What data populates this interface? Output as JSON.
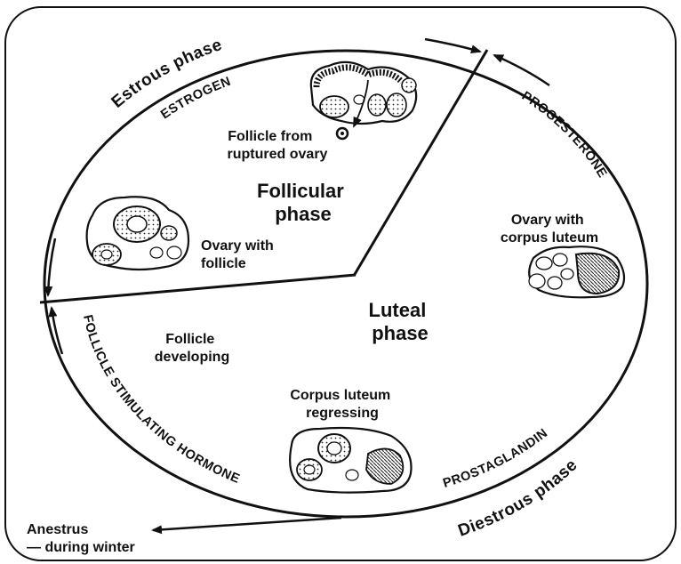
{
  "figure": {
    "phases": {
      "estrous": "Estrous phase",
      "diestrous": "Diestrous phase",
      "follicular": [
        "Follicular",
        "phase"
      ],
      "luteal": [
        "Luteal",
        "phase"
      ]
    },
    "hormones": {
      "estrogen": "ESTROGEN",
      "progesterone": "PROGESTERONE",
      "prostaglandin": "PROSTAGLANDIN",
      "fsh": "FOLLICLE STIMULATING HORMONE"
    },
    "labels": {
      "follicle_ruptured": [
        "Follicle from",
        "ruptured ovary"
      ],
      "ovary_follicle": [
        "Ovary with",
        "follicle"
      ],
      "ovary_corpus_luteum": [
        "Ovary with",
        "corpus luteum"
      ],
      "follicle_developing": [
        "Follicle",
        "developing"
      ],
      "corpus_luteum_regressing": [
        "Corpus luteum",
        "regressing"
      ],
      "anestrus": [
        "Anestrus",
        "— during winter"
      ]
    }
  }
}
